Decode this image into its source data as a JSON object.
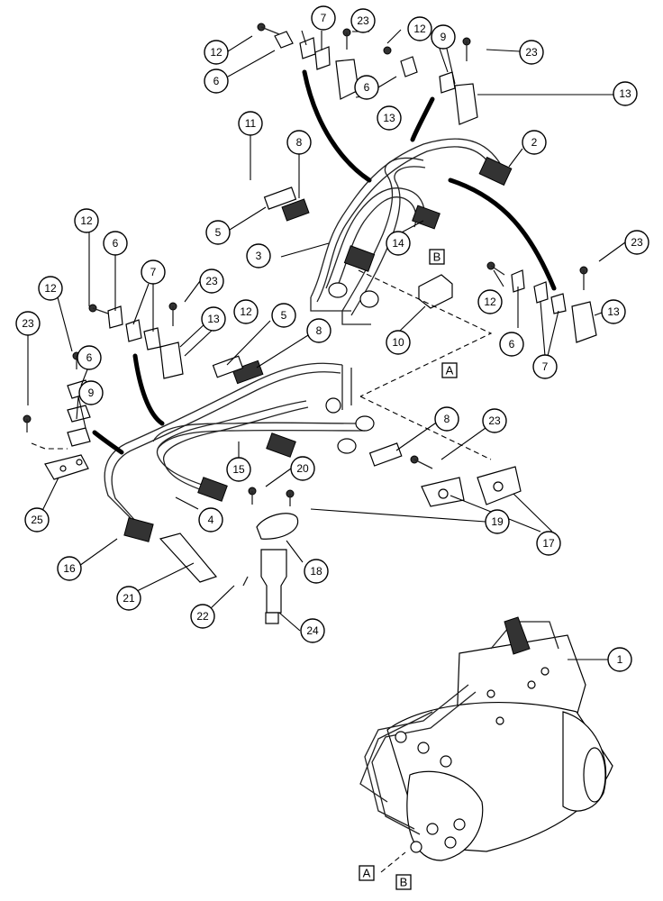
{
  "callouts": [
    {
      "label": "1"
    },
    {
      "label": "2"
    },
    {
      "label": "3"
    },
    {
      "label": "4"
    },
    {
      "label": "5"
    },
    {
      "label": "5"
    },
    {
      "label": "6"
    },
    {
      "label": "6"
    },
    {
      "label": "6"
    },
    {
      "label": "6"
    },
    {
      "label": "6"
    },
    {
      "label": "7"
    },
    {
      "label": "7"
    },
    {
      "label": "7"
    },
    {
      "label": "8"
    },
    {
      "label": "8"
    },
    {
      "label": "8"
    },
    {
      "label": "9"
    },
    {
      "label": "9"
    },
    {
      "label": "10"
    },
    {
      "label": "11"
    },
    {
      "label": "12"
    },
    {
      "label": "12"
    },
    {
      "label": "12"
    },
    {
      "label": "12"
    },
    {
      "label": "12"
    },
    {
      "label": "12"
    },
    {
      "label": "13"
    },
    {
      "label": "13"
    },
    {
      "label": "13"
    },
    {
      "label": "13"
    },
    {
      "label": "14"
    },
    {
      "label": "15"
    },
    {
      "label": "16"
    },
    {
      "label": "17"
    },
    {
      "label": "18"
    },
    {
      "label": "19"
    },
    {
      "label": "20"
    },
    {
      "label": "21"
    },
    {
      "label": "22"
    },
    {
      "label": "23"
    },
    {
      "label": "23"
    },
    {
      "label": "23"
    },
    {
      "label": "23"
    },
    {
      "label": "23"
    },
    {
      "label": "23"
    },
    {
      "label": "24"
    },
    {
      "label": "25"
    }
  ],
  "section_labels": [
    {
      "label": "B"
    },
    {
      "label": "A"
    },
    {
      "label": "A"
    },
    {
      "label": "B"
    }
  ]
}
